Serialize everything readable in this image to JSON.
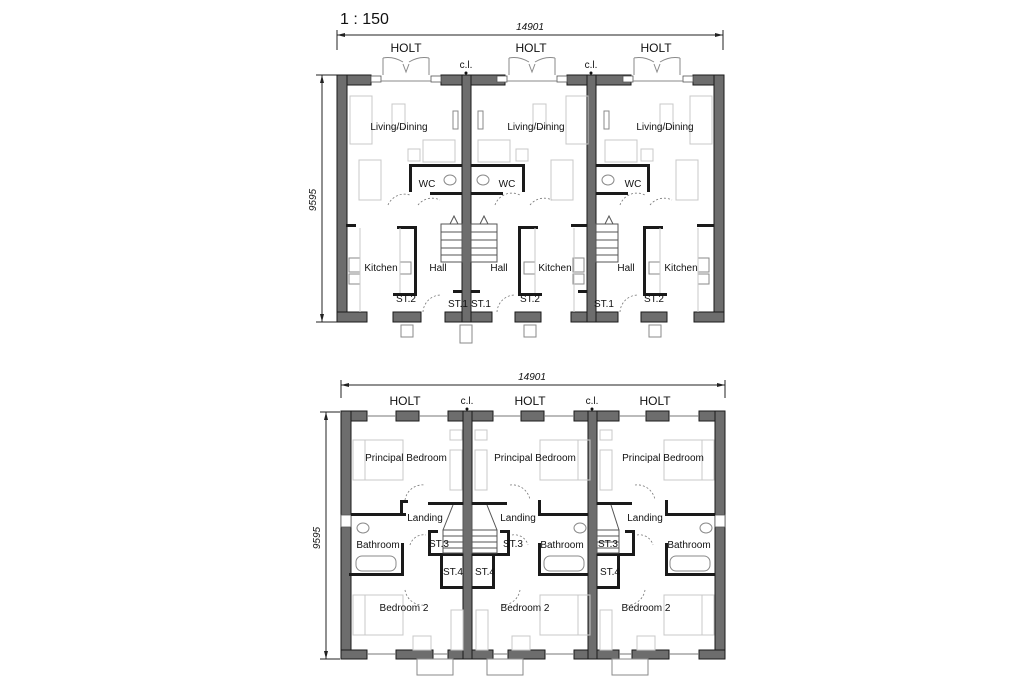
{
  "scale": "1 : 150",
  "ground_floor": {
    "overall_width_dim": "14901",
    "overall_depth_dim": "9595",
    "house_type_labels": [
      "HOLT",
      "HOLT",
      "HOLT"
    ],
    "party_wall_labels": [
      "c.l.",
      "c.l."
    ],
    "units": [
      {
        "rooms": {
          "living": "Living/Dining",
          "wc": "WC",
          "kitchen": "Kitchen",
          "hall": "Hall",
          "store_a": "ST.2",
          "store_b": "ST.1"
        }
      },
      {
        "rooms": {
          "living": "Living/Dining",
          "wc": "WC",
          "kitchen": "Kitchen",
          "hall": "Hall",
          "store_a": "ST.2",
          "store_b": "ST.1"
        }
      },
      {
        "rooms": {
          "living": "Living/Dining",
          "wc": "WC",
          "kitchen": "Kitchen",
          "hall": "Hall",
          "store_a": "ST.2",
          "store_b": "ST.1"
        }
      }
    ]
  },
  "first_floor": {
    "overall_width_dim": "14901",
    "overall_depth_dim": "9595",
    "house_type_labels": [
      "HOLT",
      "HOLT",
      "HOLT"
    ],
    "party_wall_labels": [
      "c.l.",
      "c.l."
    ],
    "units": [
      {
        "rooms": {
          "principal": "Principal Bedroom",
          "landing": "Landing",
          "bathroom": "Bathroom",
          "store_a": "ST.3",
          "store_b": "ST.4",
          "bedroom2": "Bedroom 2"
        }
      },
      {
        "rooms": {
          "principal": "Principal Bedroom",
          "landing": "Landing",
          "bathroom": "Bathroom",
          "store_a": "ST.3",
          "store_b": "ST.4",
          "bedroom2": "Bedroom 2"
        }
      },
      {
        "rooms": {
          "principal": "Principal Bedroom",
          "landing": "Landing",
          "bathroom": "Bathroom",
          "store_a": "ST.3",
          "store_b": "ST.4",
          "bedroom2": "Bedroom 2"
        }
      }
    ]
  },
  "colors": {
    "wall_fill": "#6d6d6d",
    "wall_outline": "#1a1a1a",
    "furniture": "#c8c8c8",
    "background": "#ffffff"
  }
}
